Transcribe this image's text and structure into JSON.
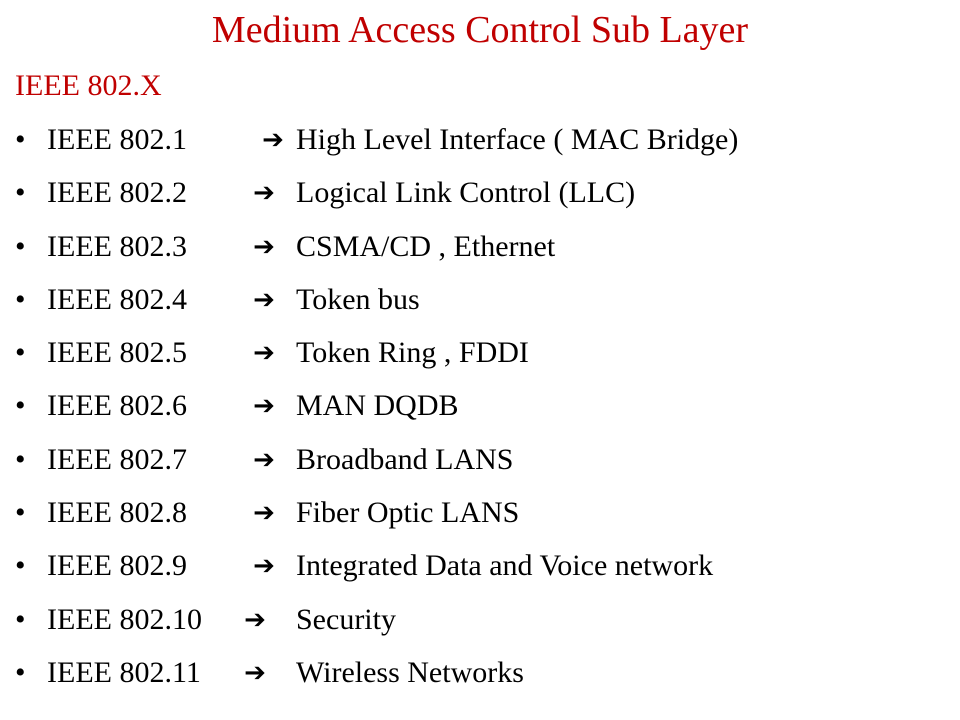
{
  "slide": {
    "title": "Medium Access Control Sub Layer",
    "subtitle": "IEEE 802.X",
    "bullet": "•",
    "arrow": "➔",
    "items": [
      {
        "code": "IEEE 802.1",
        "desc": "High Level Interface ( MAC Bridge)"
      },
      {
        "code": "IEEE 802.2",
        "desc": "Logical Link Control (LLC)"
      },
      {
        "code": "IEEE 802.3",
        "desc": "CSMA/CD , Ethernet"
      },
      {
        "code": "IEEE 802.4",
        "desc": "Token bus"
      },
      {
        "code": "IEEE 802.5",
        "desc": "Token Ring , FDDI"
      },
      {
        "code": "IEEE 802.6",
        "desc": "MAN DQDB"
      },
      {
        "code": "IEEE 802.7",
        "desc": "Broadband LANS"
      },
      {
        "code": "IEEE 802.8",
        "desc": "Fiber Optic LANS"
      },
      {
        "code": "IEEE 802.9",
        "desc": "Integrated Data and Voice network"
      },
      {
        "code": "IEEE 802.10",
        "desc": "Security"
      },
      {
        "code": "IEEE 802.11",
        "desc": "Wireless Networks"
      }
    ],
    "colors": {
      "title": "#c00000",
      "subtitle": "#c00000",
      "text": "#000000",
      "background": "#ffffff"
    }
  }
}
